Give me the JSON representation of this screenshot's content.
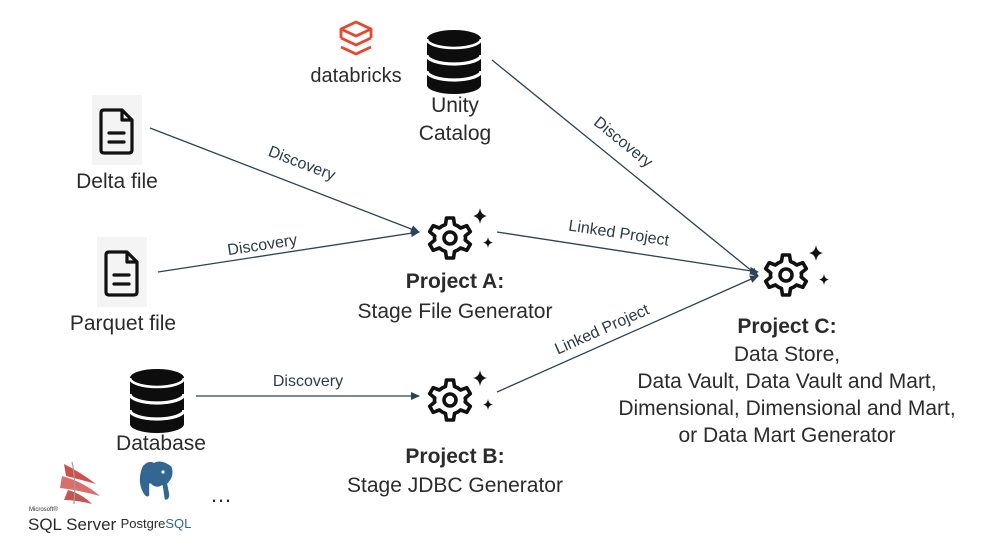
{
  "sources": {
    "databricks_logo": "databricks",
    "unity_catalog": [
      "Unity",
      "Catalog"
    ],
    "delta_file": "Delta file",
    "parquet_file": "Parquet file",
    "database": "Database",
    "sql_server_logo": {
      "small": "Microsoft®",
      "main": "SQL Server"
    },
    "postgres_logo": {
      "prefix": "Postgre",
      "suffix": "SQL"
    },
    "more": "…"
  },
  "projects": {
    "a": {
      "title": "Project A:",
      "lines": [
        "Stage File Generator"
      ]
    },
    "b": {
      "title": "Project B:",
      "lines": [
        "Stage JDBC Generator"
      ]
    },
    "c": {
      "title": "Project C:",
      "lines": [
        "Data Store,",
        "Data Vault, Data Vault and Mart,",
        "Dimensional, Dimensional and Mart,",
        "or Data Mart Generator"
      ]
    }
  },
  "edges": {
    "unity_to_c": "Discovery",
    "delta_to_a": "Discovery",
    "parquet_to_a": "Discovery",
    "database_to_b": "Discovery",
    "a_to_c": "Linked Project",
    "b_to_c": "Linked Project"
  },
  "colors": {
    "edge": "#2c4257",
    "databricks_red": "#e8462d",
    "postgres_blue": "#336791",
    "sql_server_red": "#c9302c",
    "icon_black": "#111111"
  }
}
